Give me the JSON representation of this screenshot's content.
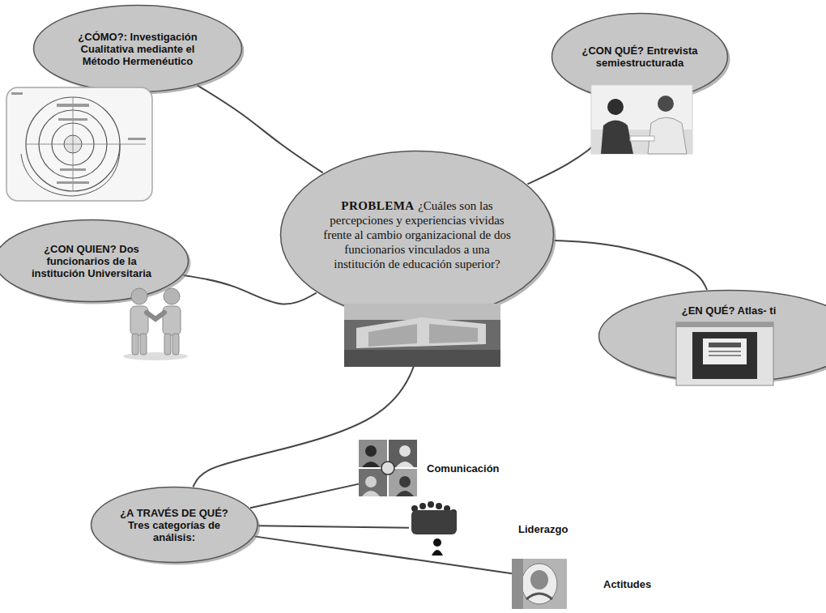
{
  "diagram": {
    "nodes": [
      {
        "text": [
          "¿CÓMO?: Investigación Cualitativa mediante el Método Hermenéutico"
        ]
      },
      {
        "text": [
          "¿CON QUÉ? Entrevista semiestructurada"
        ]
      },
      {
        "text": [
          "PROBLEMA",
          "¿Cuáles son las percepciones y experiencias vividas frente al cambio organizacional de dos funcionarios vinculados a una institución de educación superior?"
        ]
      },
      {
        "text": [
          "¿CON QUIEN? Dos funcionarios de la institución Universitaria"
        ]
      },
      {
        "text": [
          "¿EN QUÉ? Atlas- ti"
        ]
      },
      {
        "text": [
          "¿A TRAVÉS DE QUÉ? Tres categorías de análisis:"
        ]
      },
      {
        "text": [
          "Comunicación"
        ]
      },
      {
        "text": [
          "Liderazgo"
        ]
      },
      {
        "text": [
          "Actitudes"
        ]
      }
    ],
    "edges": [
      {
        "from": 2,
        "to": 0,
        "arrow": "none"
      },
      {
        "from": 2,
        "to": 1,
        "arrow": "none"
      },
      {
        "from": 2,
        "to": 3,
        "arrow": "none"
      },
      {
        "from": 2,
        "to": 4,
        "arrow": "none"
      },
      {
        "from": 2,
        "to": 5,
        "arrow": "none"
      },
      {
        "from": 5,
        "to": 6,
        "arrow": "none"
      },
      {
        "from": 5,
        "to": 7,
        "arrow": "none"
      },
      {
        "from": 5,
        "to": 8,
        "arrow": "none"
      }
    ]
  }
}
